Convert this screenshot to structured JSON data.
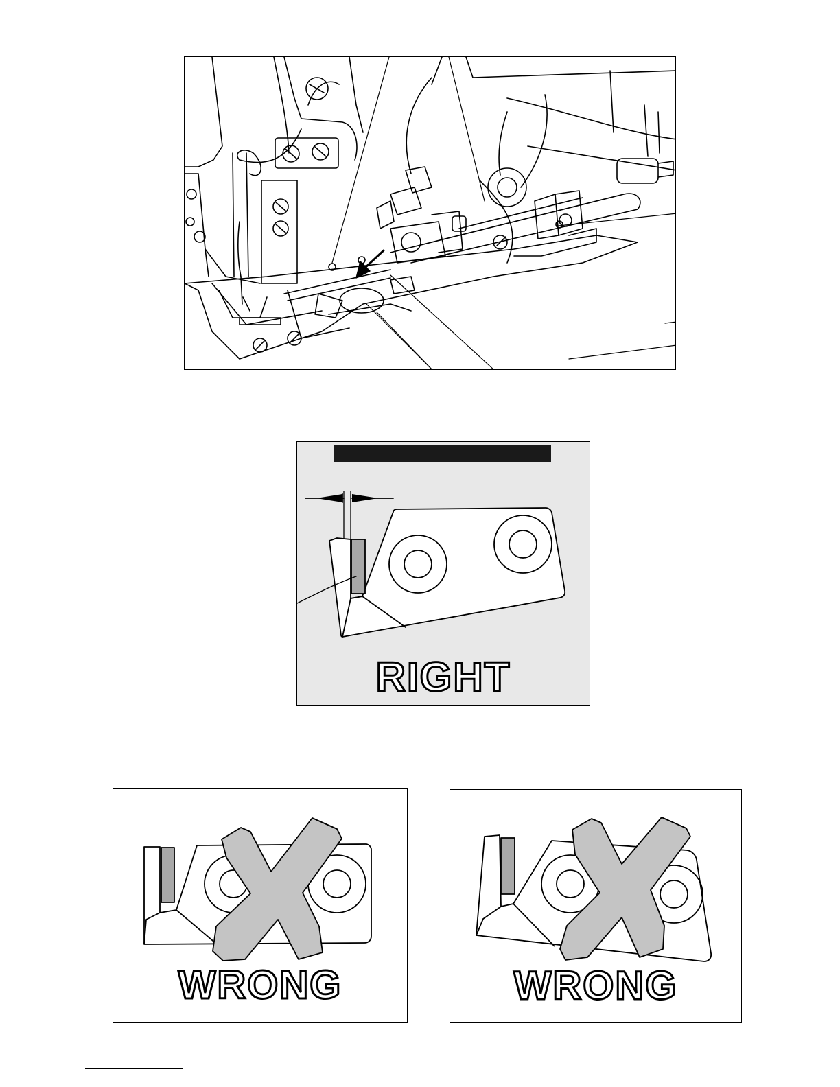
{
  "right_figure": {
    "caption": "RIGHT"
  },
  "wrong_figures": [
    {
      "caption": "WRONG"
    },
    {
      "caption": "WRONG"
    }
  ],
  "colors": {
    "right_background": "#e8e8e8",
    "blade_gray": "#a8a8a8",
    "cross_gray": "#c4c4c4",
    "ink": "#000000"
  }
}
